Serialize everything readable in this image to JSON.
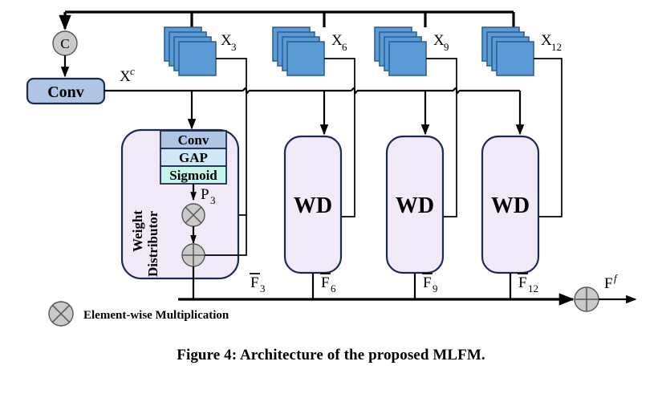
{
  "figure": {
    "caption": "Figure 4: Architecture of the proposed MLFM.",
    "title": "Architecture of the proposed MLFM."
  },
  "nodes": {
    "concat": {
      "label": "C",
      "name": "concatenation"
    },
    "conv": {
      "label": "Conv"
    },
    "conv_out_label": {
      "base": "X",
      "sup": "c"
    },
    "weight_distributor": {
      "line1": "Weight",
      "line2": "Distributor",
      "inner": [
        {
          "label": "Conv",
          "color": "#aec6e4"
        },
        {
          "label": "GAP",
          "color": "#cde8f6"
        },
        {
          "label": "Sigmoid",
          "color": "#c4f4ec"
        }
      ],
      "p_label": {
        "base": "P",
        "sub": "3"
      },
      "out_label": {
        "base": "F",
        "sub": "3"
      }
    },
    "wd_blocks": [
      {
        "label": "WD",
        "out": {
          "base": "F",
          "sub": "6"
        }
      },
      {
        "label": "WD",
        "out": {
          "base": "F",
          "sub": "9"
        }
      },
      {
        "label": "WD",
        "out": {
          "base": "F",
          "sub": "12"
        }
      }
    ],
    "feature_maps": [
      {
        "base": "X",
        "sub": "3"
      },
      {
        "base": "X",
        "sub": "6"
      },
      {
        "base": "X",
        "sub": "9"
      },
      {
        "base": "X",
        "sub": "12"
      }
    ],
    "final_output": {
      "base": "F",
      "sup": "f"
    }
  },
  "legend": {
    "items": [
      {
        "symbol": "multiply",
        "label": "Element-wise Multiplication"
      }
    ]
  },
  "colors": {
    "feature_map_fill": "#5b9bd5",
    "feature_map_stroke": "#2f5f96",
    "conv_box_fill": "#aec6e4",
    "wd_box_fill": "#f2e9f9",
    "box_stroke": "#1b2a50",
    "circle_fill": "#cacaca",
    "wire": "#000000"
  }
}
